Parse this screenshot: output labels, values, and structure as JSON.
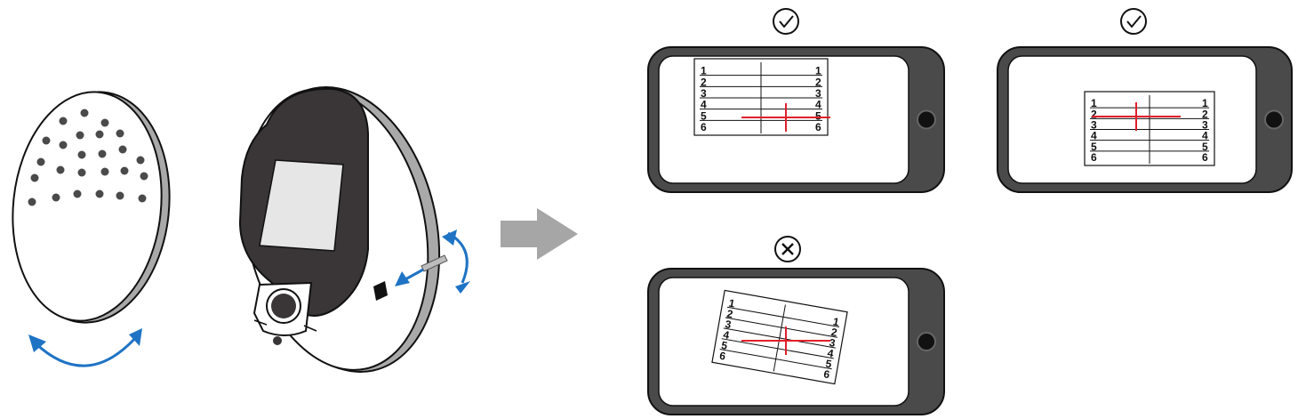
{
  "colors": {
    "line": "#111111",
    "device_dark": "#3a3536",
    "device_gray": "#a9a9a9",
    "screen": "#e6e6e6",
    "phone_body": "#4a4a4a",
    "arrow_blue": "#1f73c4",
    "arrow_gray": "#a6a6a6",
    "crosshair": "#e0202a"
  },
  "icons": [
    "checkmark-circle-icon",
    "checkmark-circle-icon",
    "cross-circle-icon"
  ],
  "panels": [
    {
      "status": "ok",
      "row_labels": [
        "1",
        "2",
        "3",
        "4",
        "5",
        "6"
      ]
    },
    {
      "status": "ok",
      "row_labels": [
        "1",
        "2",
        "3",
        "4",
        "5",
        "6"
      ]
    },
    {
      "status": "wrong",
      "row_labels": [
        "1",
        "2",
        "3",
        "4",
        "5",
        "6"
      ]
    }
  ]
}
